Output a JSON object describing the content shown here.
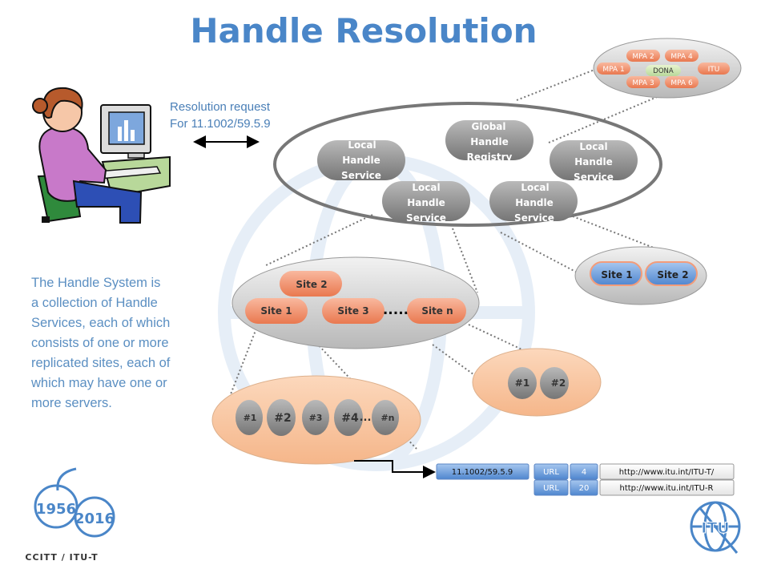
{
  "title": "Handle Resolution",
  "request": {
    "line1": "Resolution request",
    "line2": "For 11.1002/59.5.9"
  },
  "description": [
    "The Handle System is",
    "a collection of Handle",
    "Services, each of which",
    "consists of one or more",
    "replicated sites, each of",
    "which may have one or",
    "more servers."
  ],
  "mpa": {
    "mpa2": "MPA 2",
    "mpa4": "MPA 4",
    "mpa1": "MPA 1",
    "dona": "DONA",
    "itu": "ITU",
    "mpa3": "MPA 3",
    "mpa6": "MPA 6"
  },
  "registry": [
    "Global",
    "Handle",
    "Registry"
  ],
  "lhs": [
    "Local",
    "Handle",
    "Service"
  ],
  "sites": {
    "s1": "Site 1",
    "s2": "Site 2",
    "s3": "Site 3",
    "sn": "Site n",
    "dots": "....."
  },
  "right_sites": {
    "s1": "Site 1",
    "s2": "Site 2"
  },
  "servers_small": {
    "a": "#1",
    "b": "#2"
  },
  "servers": {
    "a": "#1",
    "b": "#2",
    "c": "#3",
    "d": "#4",
    "dots": "...",
    "n": "#n"
  },
  "record": {
    "handle": "11.1002/59.5.9",
    "rows": [
      {
        "type": "URL",
        "index": "4",
        "value": "http://www.itu.int/ITU-T/"
      },
      {
        "type": "URL",
        "index": "20",
        "value": "http://www.itu.int/ITU-R"
      }
    ]
  },
  "logo": {
    "year1": "1956",
    "year2": "2016",
    "caption": "CCITT / ITU-T",
    "itu": "ITU"
  },
  "colors": {
    "title": "#4a86c8",
    "pill_gray": "#8a8a8a",
    "pill_orange": "#f39c7a",
    "pill_blue": "#7aa7dd",
    "peach": "#f9caa4"
  }
}
